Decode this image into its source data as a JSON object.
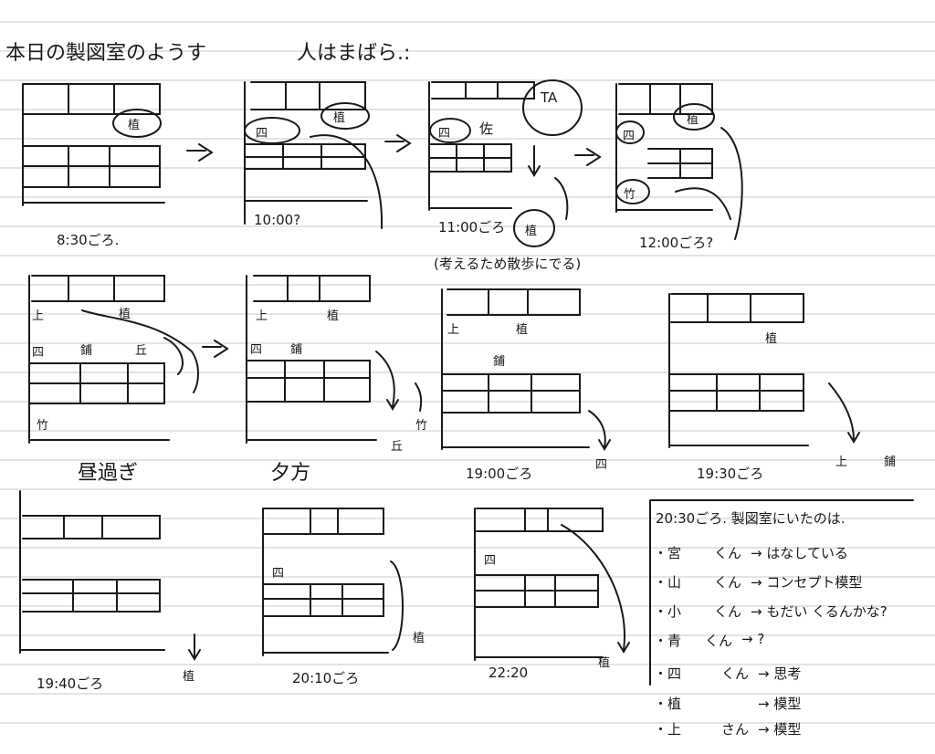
{
  "title": "本日の製図室のようす",
  "subtitle": "人はまばら.:",
  "panels": [
    {
      "time": "8:30ごろ.",
      "people": [
        "植"
      ]
    },
    {
      "time": "10:00?",
      "people": [
        "植",
        "四"
      ]
    },
    {
      "time": "11:00ごろ",
      "people": [
        "TA",
        "佐",
        "四",
        "植"
      ],
      "note": "(考えるため散歩にでる)"
    },
    {
      "time": "12:00ごろ?",
      "people": [
        "植",
        "四",
        "竹"
      ]
    },
    {
      "time": "昼過ぎ",
      "people": [
        "上",
        "植",
        "四",
        "鋪",
        "丘",
        "竹"
      ]
    },
    {
      "time": "夕方",
      "people": [
        "上",
        "植",
        "四",
        "鋪",
        "竹",
        "丘"
      ]
    },
    {
      "time": "19:00ごろ",
      "people": [
        "上",
        "植",
        "鋪",
        "四"
      ]
    },
    {
      "time": "19:30ごろ",
      "people": [
        "植",
        "上",
        "鋪"
      ]
    },
    {
      "time": "19:40ごろ",
      "people": [
        "植"
      ]
    },
    {
      "time": "20:10ごろ",
      "people": [
        "四",
        "植"
      ]
    },
    {
      "time": "22:20",
      "people": [
        "四",
        "植"
      ]
    }
  ],
  "summary": {
    "heading": "20:30ごろ. 製図室にいたのは.",
    "rows": [
      {
        "name": "・宮",
        "suffix": "くん",
        "activity": "→ はなしている"
      },
      {
        "name": "・山",
        "suffix": "くん",
        "activity": "→ コンセプト模型"
      },
      {
        "name": "・小",
        "suffix": "くん",
        "activity": "→ もだい くるんかな?"
      },
      {
        "name": "・青",
        "suffix": "くん",
        "activity": "→ ?"
      },
      {
        "name": "・四",
        "suffix": "くん",
        "activity": "→ 思考"
      },
      {
        "name": "・植",
        "suffix": "",
        "activity": "→ 模型"
      },
      {
        "name": "・上",
        "suffix": "さん",
        "activity": "→ 模型"
      }
    ]
  }
}
